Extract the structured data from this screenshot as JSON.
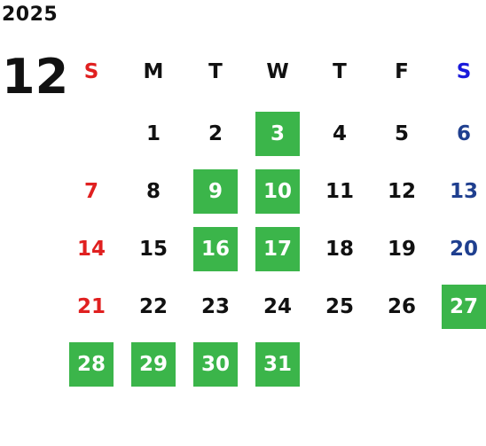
{
  "calendar": {
    "year": "2025",
    "month": "12",
    "weekdays": [
      "S",
      "M",
      "T",
      "W",
      "T",
      "F",
      "S"
    ],
    "highlight_color": "#3bb54a",
    "sunday_color": "#e02020",
    "saturday_color": "#1f3f8f",
    "weeks": [
      [
        {
          "day": "",
          "highlighted": false
        },
        {
          "day": "1",
          "highlighted": false
        },
        {
          "day": "2",
          "highlighted": false
        },
        {
          "day": "3",
          "highlighted": true
        },
        {
          "day": "4",
          "highlighted": false
        },
        {
          "day": "5",
          "highlighted": false
        },
        {
          "day": "6",
          "highlighted": false
        }
      ],
      [
        {
          "day": "7",
          "highlighted": false
        },
        {
          "day": "8",
          "highlighted": false
        },
        {
          "day": "9",
          "highlighted": true
        },
        {
          "day": "10",
          "highlighted": true
        },
        {
          "day": "11",
          "highlighted": false
        },
        {
          "day": "12",
          "highlighted": false
        },
        {
          "day": "13",
          "highlighted": false
        }
      ],
      [
        {
          "day": "14",
          "highlighted": false
        },
        {
          "day": "15",
          "highlighted": false
        },
        {
          "day": "16",
          "highlighted": true
        },
        {
          "day": "17",
          "highlighted": true
        },
        {
          "day": "18",
          "highlighted": false
        },
        {
          "day": "19",
          "highlighted": false
        },
        {
          "day": "20",
          "highlighted": false
        }
      ],
      [
        {
          "day": "21",
          "highlighted": false
        },
        {
          "day": "22",
          "highlighted": false
        },
        {
          "day": "23",
          "highlighted": false
        },
        {
          "day": "24",
          "highlighted": false
        },
        {
          "day": "25",
          "highlighted": false
        },
        {
          "day": "26",
          "highlighted": false
        },
        {
          "day": "27",
          "highlighted": true
        }
      ],
      [
        {
          "day": "28",
          "highlighted": true
        },
        {
          "day": "29",
          "highlighted": true
        },
        {
          "day": "30",
          "highlighted": true
        },
        {
          "day": "31",
          "highlighted": true
        },
        {
          "day": "",
          "highlighted": false
        },
        {
          "day": "",
          "highlighted": false
        },
        {
          "day": "",
          "highlighted": false
        }
      ]
    ]
  }
}
